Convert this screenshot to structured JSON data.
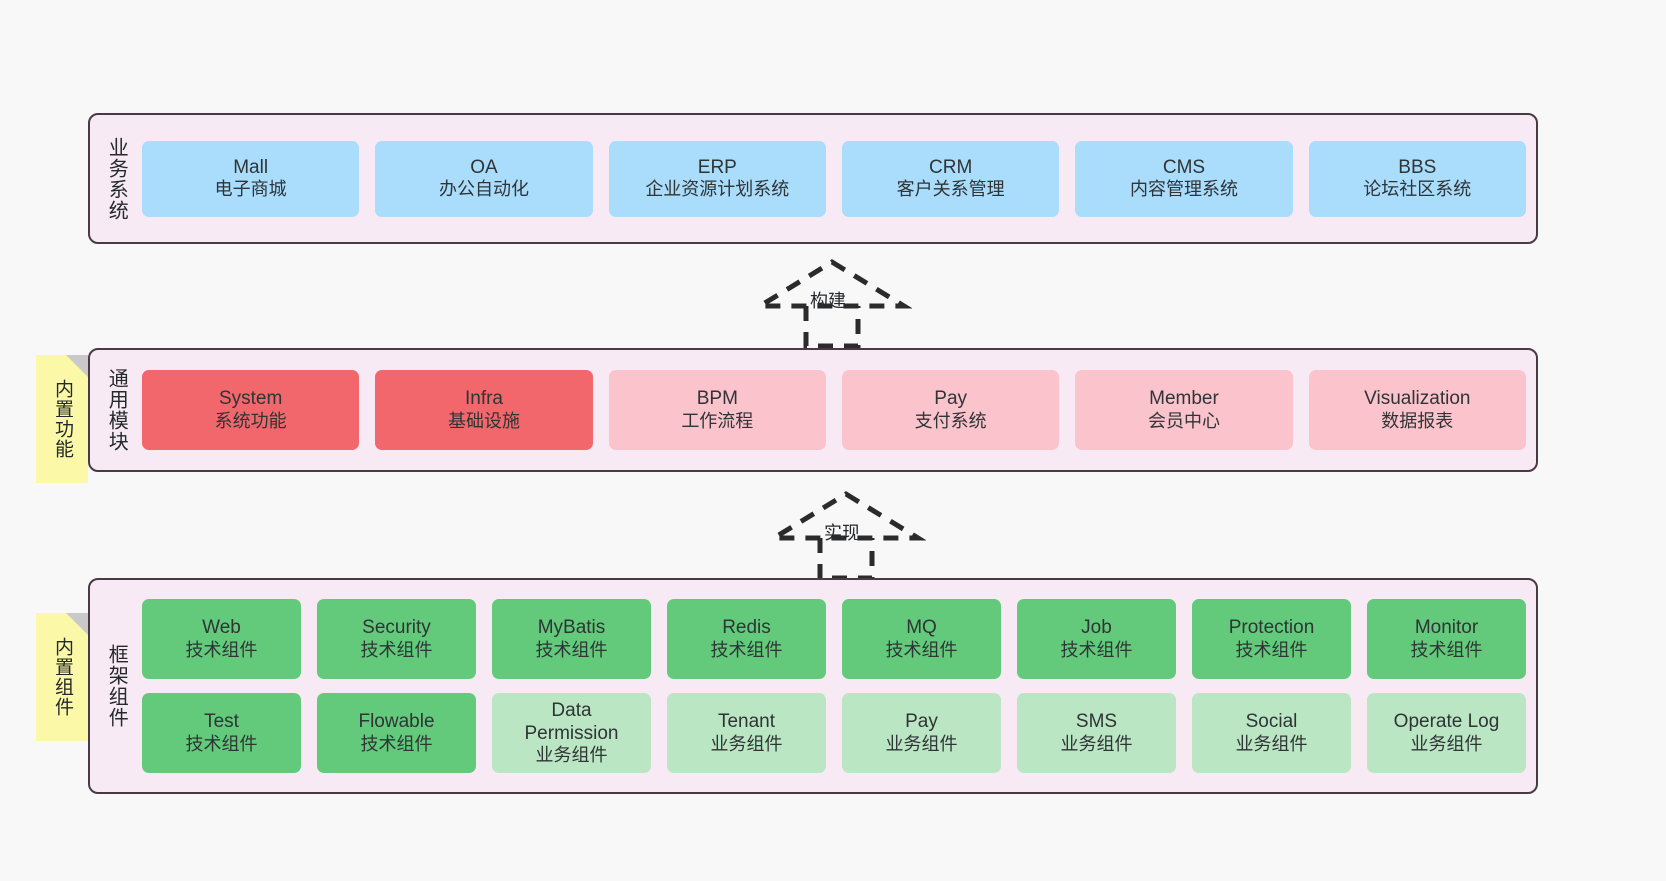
{
  "diagram": {
    "background": "#f8f8f8",
    "layer_fill": "#f8eaf4",
    "layer_border": "#4a3a43"
  },
  "layers": [
    {
      "id": "business-systems",
      "title": "业务系统",
      "rows": [
        {
          "style": "blue",
          "cards": [
            {
              "name": "Mall",
              "desc": "电子商城"
            },
            {
              "name": "OA",
              "desc": "办公自动化"
            },
            {
              "name": "ERP",
              "desc": "企业资源计划系统"
            },
            {
              "name": "CRM",
              "desc": "客户关系管理"
            },
            {
              "name": "CMS",
              "desc": "内容管理系统"
            },
            {
              "name": "BBS",
              "desc": "论坛社区系统"
            }
          ]
        }
      ]
    },
    {
      "id": "common-modules",
      "title": "通用模块",
      "rows": [
        {
          "style": "mixed",
          "cards": [
            {
              "name": "System",
              "desc": "系统功能",
              "style": "red"
            },
            {
              "name": "Infra",
              "desc": "基础设施",
              "style": "red"
            },
            {
              "name": "BPM",
              "desc": "工作流程",
              "style": "pink"
            },
            {
              "name": "Pay",
              "desc": "支付系统",
              "style": "pink"
            },
            {
              "name": "Member",
              "desc": "会员中心",
              "style": "pink"
            },
            {
              "name": "Visualization",
              "desc": "数据报表",
              "style": "pink"
            }
          ]
        }
      ]
    },
    {
      "id": "framework-components",
      "title": "框架组件",
      "rows": [
        {
          "style": "green",
          "cards": [
            {
              "name": "Web",
              "desc": "技术组件",
              "style": "green"
            },
            {
              "name": "Security",
              "desc": "技术组件",
              "style": "green"
            },
            {
              "name": "MyBatis",
              "desc": "技术组件",
              "style": "green"
            },
            {
              "name": "Redis",
              "desc": "技术组件",
              "style": "green"
            },
            {
              "name": "MQ",
              "desc": "技术组件",
              "style": "green"
            },
            {
              "name": "Job",
              "desc": "技术组件",
              "style": "green"
            },
            {
              "name": "Protection",
              "desc": "技术组件",
              "style": "green"
            },
            {
              "name": "Monitor",
              "desc": "技术组件",
              "style": "green"
            }
          ]
        },
        {
          "style": "green",
          "cards": [
            {
              "name": "Test",
              "desc": "技术组件",
              "style": "green"
            },
            {
              "name": "Flowable",
              "desc": "技术组件",
              "style": "green"
            },
            {
              "name": "Data Permission",
              "desc": "业务组件",
              "style": "lightgreen"
            },
            {
              "name": "Tenant",
              "desc": "业务组件",
              "style": "lightgreen"
            },
            {
              "name": "Pay",
              "desc": "业务组件",
              "style": "lightgreen"
            },
            {
              "name": "SMS",
              "desc": "业务组件",
              "style": "lightgreen"
            },
            {
              "name": "Social",
              "desc": "业务组件",
              "style": "lightgreen"
            },
            {
              "name": "Operate Log",
              "desc": "业务组件",
              "style": "lightgreen"
            }
          ]
        }
      ]
    }
  ],
  "notes": [
    {
      "id": "builtin-features",
      "text": "内置功能"
    },
    {
      "id": "builtin-components",
      "text": "内置组件"
    }
  ],
  "connectors": [
    {
      "id": "build",
      "label": "构建"
    },
    {
      "id": "implement",
      "label": "实现"
    }
  ]
}
